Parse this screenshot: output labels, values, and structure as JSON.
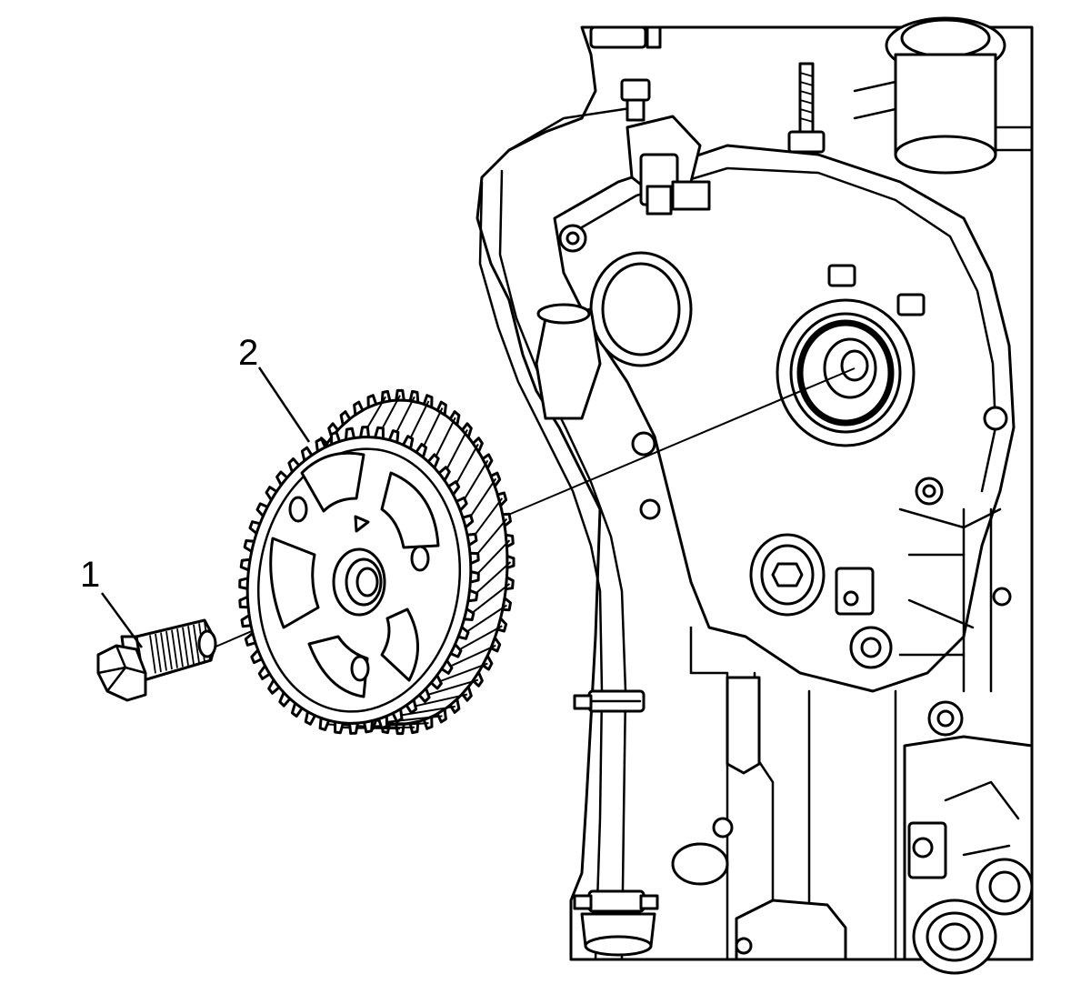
{
  "callouts": [
    {
      "id": "1",
      "text": "1"
    },
    {
      "id": "2",
      "text": "2"
    }
  ],
  "colors": {
    "line": "#000000",
    "fill": "#ffffff"
  },
  "gear": {
    "tooth_count": 48
  }
}
